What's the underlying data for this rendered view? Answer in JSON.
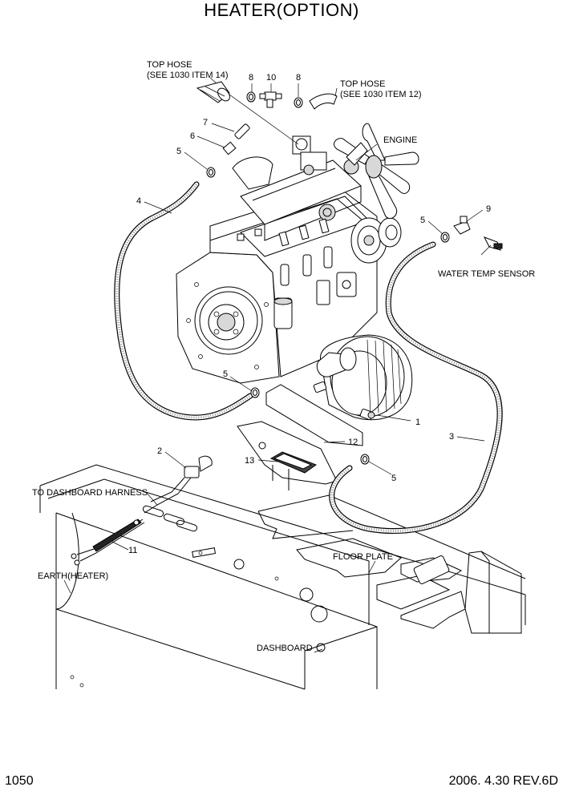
{
  "title": "HEATER(OPTION)",
  "page_number": "1050",
  "revision": "2006. 4.30 REV.6D",
  "labels": {
    "top_hose_left_1": "TOP HOSE",
    "top_hose_left_2": "(SEE 1030 ITEM 14)",
    "top_hose_right_1": "TOP HOSE",
    "top_hose_right_2": "(SEE 1030 ITEM 12)",
    "engine": "ENGINE",
    "water_temp_sensor": "WATER  TEMP  SENSOR",
    "to_dashboard_harness": "TO DASHBOARD HARNESS",
    "earth_heater": "EARTH(HEATER)",
    "floor_plate": "FLOOR PLATE",
    "dashboard": "DASHBOARD"
  },
  "callouts": {
    "c1": "1",
    "c2": "2",
    "c3": "3",
    "c4": "4",
    "c5a": "5",
    "c5b": "5",
    "c5c": "5",
    "c5d": "5",
    "c6": "6",
    "c7": "7",
    "c8a": "8",
    "c8b": "8",
    "c9": "9",
    "c10": "10",
    "c11": "11",
    "c12": "12",
    "c13": "13"
  }
}
